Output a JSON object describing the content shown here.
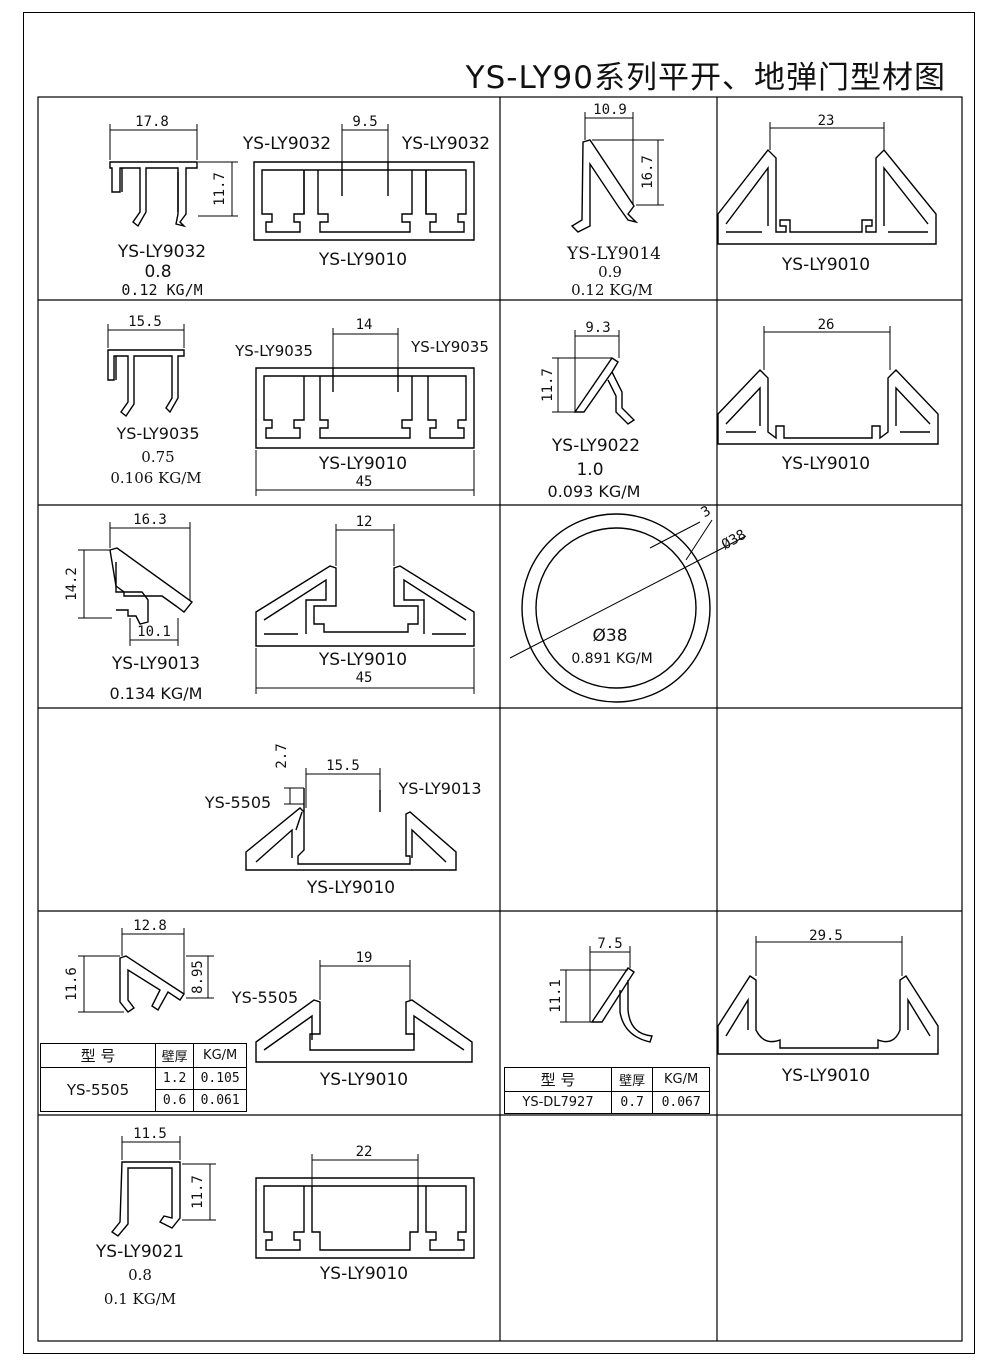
{
  "title": "YS-LY90系列平开、地弹门型材图",
  "cells": {
    "r1a": {
      "top_label": "17.8",
      "side_label": "11.7",
      "part": "YS-LY9032",
      "thick": "0.8",
      "weight": "0.12 KG/M",
      "gap": "9.5",
      "left_name": "YS-LY9032",
      "right_name": "YS-LY9032",
      "frame": "YS-LY9010"
    },
    "r1b": {
      "top_label": "10.9",
      "side_label": "16.7",
      "part": "YS-LY9014",
      "thick": "0.9",
      "weight": "0.12 KG/M"
    },
    "r1c": {
      "gap": "23",
      "frame": "YS-LY9010"
    },
    "r2a": {
      "top_label": "15.5",
      "part": "YS-LY9035",
      "thick": "0.75",
      "weight": "0.106 KG/M",
      "gap": "14",
      "left_name": "YS-LY9035",
      "right_name": "YS-LY9035",
      "frame": "YS-LY9010",
      "width": "45"
    },
    "r2b": {
      "top_label": "9.3",
      "side_label": "11.7",
      "part": "YS-LY9022",
      "thick": "1.0",
      "weight": "0.093 KG/M"
    },
    "r2c": {
      "gap": "26",
      "frame": "YS-LY9010"
    },
    "r3a": {
      "top_label": "16.3",
      "side_label": "14.2",
      "bottom_label": "10.1",
      "part": "YS-LY9013",
      "weight": "0.134 KG/M",
      "gap": "12",
      "frame": "YS-LY9010",
      "width": "45"
    },
    "r3b": {
      "wall": "3",
      "dia_label": "Ø38",
      "center_label": "Ø38",
      "weight": "0.891 KG/M"
    },
    "r4a": {
      "side_label": "2.7",
      "gap": "15.5",
      "left_name": "YS-5505",
      "right_name": "YS-LY9013",
      "frame": "YS-LY9010"
    },
    "r5a": {
      "top_label": "12.8",
      "side_label": "11.6",
      "side_label2": "8.95",
      "gap": "19",
      "left_name": "YS-5505",
      "frame": "YS-LY9010",
      "table": {
        "h_model": "型 号",
        "h_wall": "壁厚",
        "h_kg": "KG/M",
        "model": "YS-5505",
        "rows": [
          {
            "wall": "1.2",
            "kg": "0.105"
          },
          {
            "wall": "0.6",
            "kg": "0.061"
          }
        ]
      }
    },
    "r5b": {
      "top_label": "7.5",
      "side_label": "11.1",
      "table": {
        "h_model": "型 号",
        "h_wall": "壁厚",
        "h_kg": "KG/M",
        "model": "YS-DL7927",
        "wall": "0.7",
        "kg": "0.067"
      }
    },
    "r5c": {
      "gap": "29.5",
      "frame": "YS-LY9010"
    },
    "r6a": {
      "top_label": "11.5",
      "side_label": "11.7",
      "part": "YS-LY9021",
      "thick": "0.8",
      "weight": "0.1 KG/M",
      "gap": "22",
      "frame": "YS-LY9010"
    }
  }
}
